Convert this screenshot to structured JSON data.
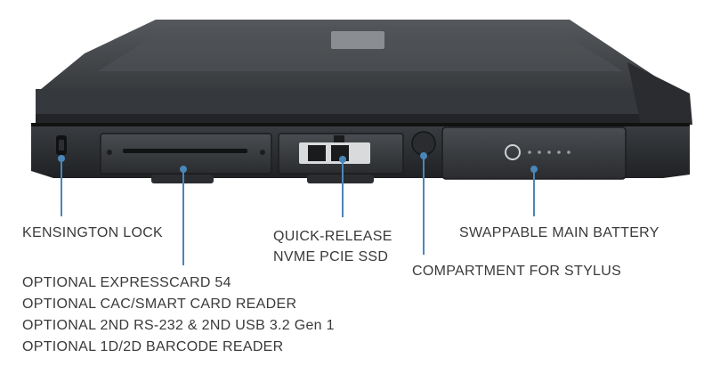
{
  "callouts": {
    "kensington": {
      "text": "KENSINGTON LOCK"
    },
    "expresscard": {
      "lines": [
        "OPTIONAL EXPRESSCARD 54",
        "OPTIONAL CAC/SMART CARD READER",
        "OPTIONAL 2ND RS-232 & 2ND USB 3.2 Gen 1",
        "OPTIONAL 1D/2D BARCODE READER"
      ]
    },
    "ssd": {
      "lines": [
        "QUICK-RELEASE",
        "NVME PCIE SSD"
      ]
    },
    "stylus": {
      "text": "COMPARTMENT FOR STYLUS"
    },
    "battery": {
      "text": "SWAPPABLE MAIN BATTERY"
    }
  },
  "colors": {
    "leader_line": "#4a86b8",
    "label_text": "#3a3a3a",
    "chassis_dark": "#2b2d30",
    "chassis_mid": "#45484c",
    "lid_top": "#3c3f43"
  }
}
